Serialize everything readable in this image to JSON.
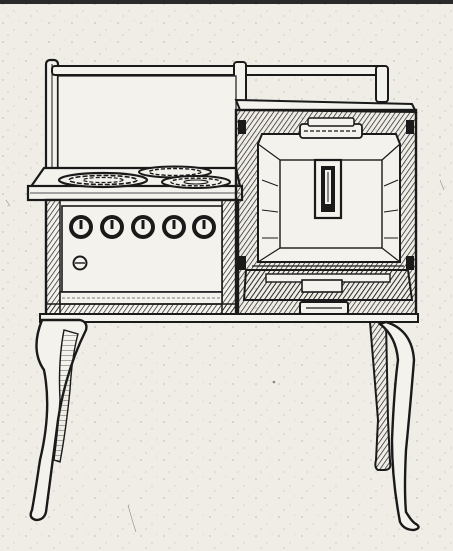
{
  "image": {
    "subject": "antique-electric-range",
    "style": "engraving"
  },
  "palette": {
    "paper": "#efede6",
    "ink": "#1a1a1a",
    "mid": "#555555",
    "light": "#f4f2ec"
  },
  "burners": [
    {
      "name": "rear-left"
    },
    {
      "name": "rear-right"
    },
    {
      "name": "front-right"
    }
  ],
  "control_knobs": [
    {
      "name": "knob-1"
    },
    {
      "name": "knob-2"
    },
    {
      "name": "knob-3"
    },
    {
      "name": "knob-4"
    },
    {
      "name": "knob-5"
    }
  ]
}
